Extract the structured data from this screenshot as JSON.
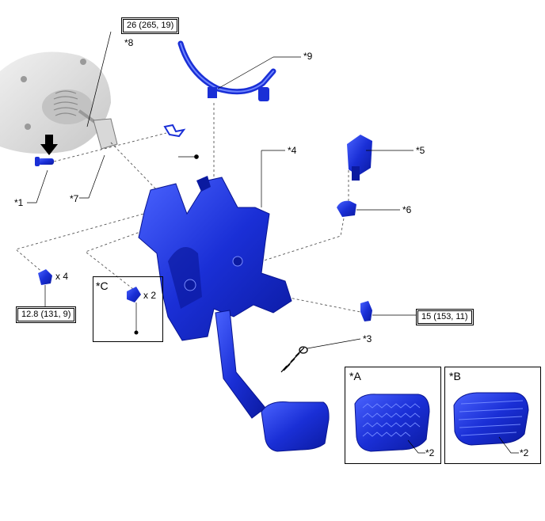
{
  "callouts": {
    "c1": "*1",
    "c2a": "*2",
    "c2b": "*2",
    "c3": "*3",
    "c4": "*4",
    "c5": "*5",
    "c6": "*6",
    "c7": "*7",
    "c8": "*8",
    "c9": "*9"
  },
  "torques": {
    "t_top": "26 (265, 19)",
    "t_left": "12.8 (131, 9)",
    "t_right": "15 (153, 11)"
  },
  "quantities": {
    "nut_qty": "x 4",
    "clip_qty": "x 2"
  },
  "views": {
    "view_a": "*A",
    "view_b": "*B",
    "view_c": "*C"
  },
  "colors": {
    "part_blue": "#1a2fd6",
    "part_dark": "#0b1aa0",
    "part_light": "#4a63ff",
    "ghost_grey": "#c8c8c8"
  }
}
